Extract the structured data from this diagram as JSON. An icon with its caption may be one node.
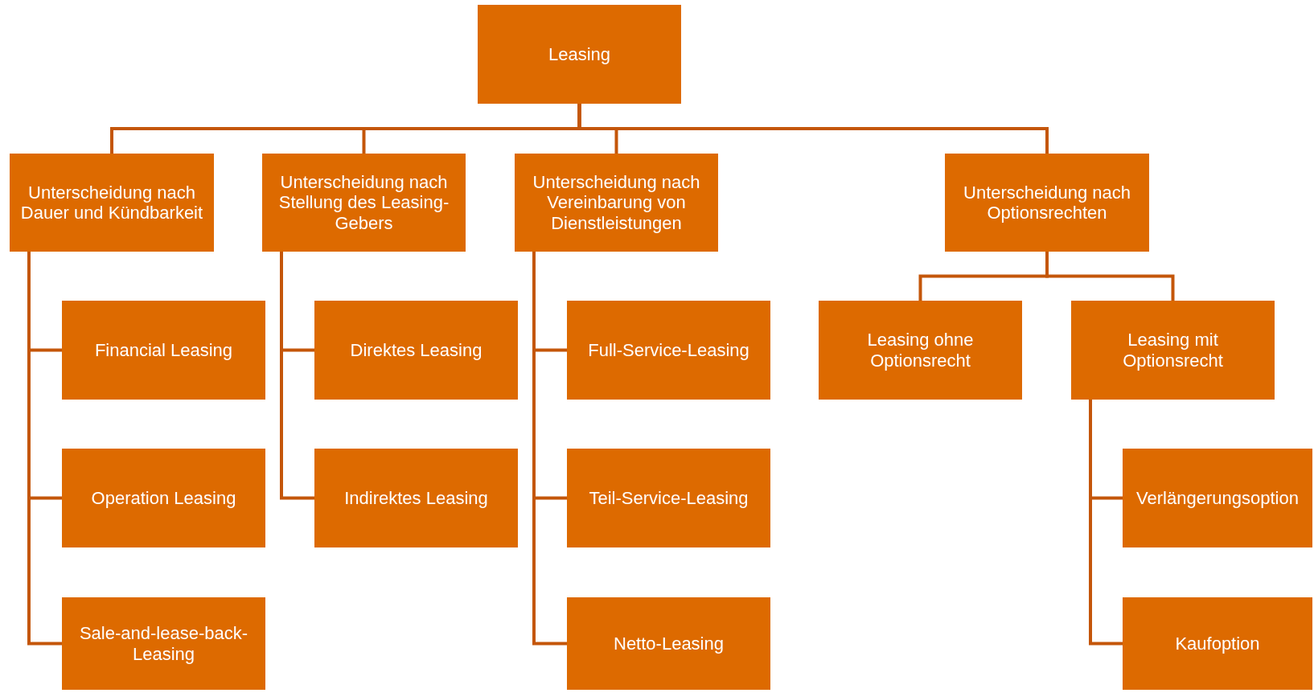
{
  "diagram": {
    "nodes": [
      {
        "text": [
          "Leasing"
        ]
      },
      {
        "text": [
          "Unterscheidung nach Dauer und Kündbarkeit"
        ]
      },
      {
        "text": [
          "Unterscheidung nach Stellung des Leasing-Gebers"
        ]
      },
      {
        "text": [
          "Unterscheidung nach Vereinbarung von Dienstleistungen"
        ]
      },
      {
        "text": [
          "Unterscheidung nach Optionsrechten"
        ]
      },
      {
        "text": [
          "Financial Leasing"
        ]
      },
      {
        "text": [
          "Operation Leasing"
        ]
      },
      {
        "text": [
          "Sale-and-lease-back-Leasing"
        ]
      },
      {
        "text": [
          "Direktes Leasing"
        ]
      },
      {
        "text": [
          "Indirektes Leasing"
        ]
      },
      {
        "text": [
          "Full-Service-Leasing"
        ]
      },
      {
        "text": [
          "Teil-Service-Leasing"
        ]
      },
      {
        "text": [
          "Netto-Leasing"
        ]
      },
      {
        "text": [
          "Leasing ohne Optionsrecht"
        ]
      },
      {
        "text": [
          "Leasing mit Optionsrecht"
        ]
      },
      {
        "text": [
          "Verlängerungsoption"
        ]
      },
      {
        "text": [
          "Kaufoption"
        ]
      }
    ],
    "edges": [
      {
        "from": 0,
        "to": 1,
        "arrow": "none"
      },
      {
        "from": 0,
        "to": 2,
        "arrow": "none"
      },
      {
        "from": 0,
        "to": 3,
        "arrow": "none"
      },
      {
        "from": 0,
        "to": 4,
        "arrow": "none"
      },
      {
        "from": 1,
        "to": 5,
        "arrow": "none"
      },
      {
        "from": 1,
        "to": 6,
        "arrow": "none"
      },
      {
        "from": 1,
        "to": 7,
        "arrow": "none"
      },
      {
        "from": 2,
        "to": 8,
        "arrow": "none"
      },
      {
        "from": 2,
        "to": 9,
        "arrow": "none"
      },
      {
        "from": 3,
        "to": 10,
        "arrow": "none"
      },
      {
        "from": 3,
        "to": 11,
        "arrow": "none"
      },
      {
        "from": 3,
        "to": 12,
        "arrow": "none"
      },
      {
        "from": 4,
        "to": 13,
        "arrow": "none"
      },
      {
        "from": 4,
        "to": 14,
        "arrow": "none"
      },
      {
        "from": 14,
        "to": 15,
        "arrow": "none"
      },
      {
        "from": 14,
        "to": 16,
        "arrow": "none"
      }
    ]
  }
}
